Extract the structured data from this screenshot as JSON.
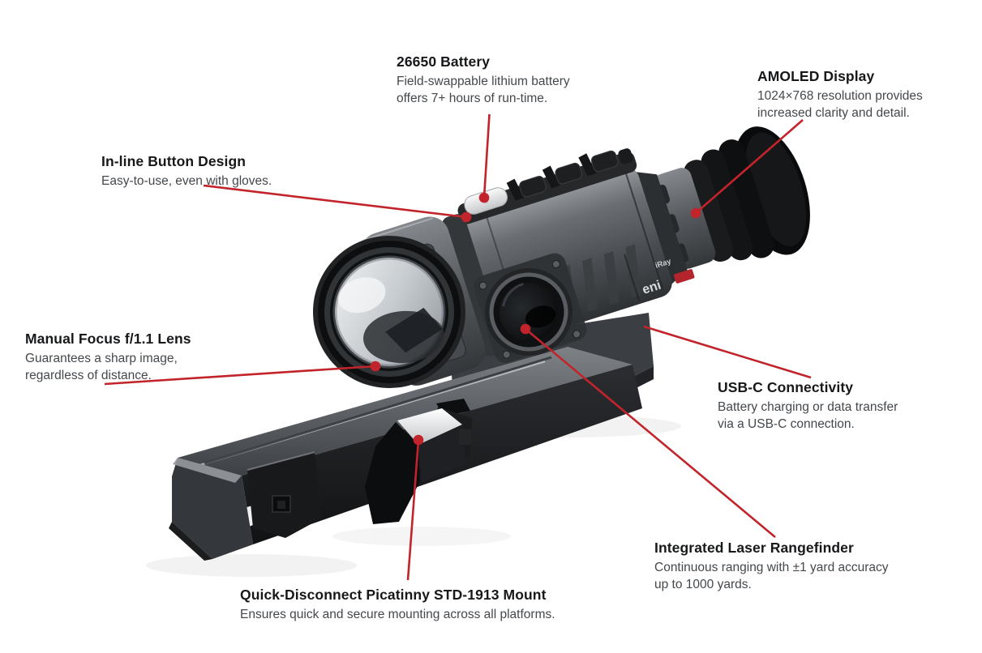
{
  "style": {
    "accent_red": "#c2242b",
    "heading_color": "#17181a",
    "body_color": "#44484c",
    "background": "#ffffff"
  },
  "product": {
    "kind": "thermal riflescope on quick-disconnect picatinny mount",
    "brand_decals": {
      "logo_fragment": "iRay",
      "model_fragment": "eni",
      "badge_color": "#b3252b"
    }
  },
  "callouts": {
    "battery": {
      "title": "26650 Battery",
      "desc1": "Field-swappable lithium battery",
      "desc2": "offers 7+ hours of run-time."
    },
    "amoled": {
      "title": "AMOLED Display",
      "desc1": "1024×768 resolution provides",
      "desc2": "increased clarity and detail."
    },
    "inline_button": {
      "title": "In-line Button Design",
      "desc1": "Easy-to-use, even with gloves."
    },
    "focus": {
      "title": "Manual Focus f/1.1 Lens",
      "desc1": "Guarantees a sharp image,",
      "desc2": "regardless of distance."
    },
    "usbc": {
      "title": "USB-C Connectivity",
      "desc1": "Battery charging or data transfer",
      "desc2": "via a USB-C connection."
    },
    "laser": {
      "title": "Integrated Laser Rangefinder",
      "desc1": "Continuous ranging with ±1 yard accuracy",
      "desc2": "up to 1000 yards."
    },
    "mount": {
      "title": "Quick-Disconnect Picatinny STD-1913 Mount",
      "desc1": "Ensures quick and secure mounting across all platforms."
    }
  }
}
